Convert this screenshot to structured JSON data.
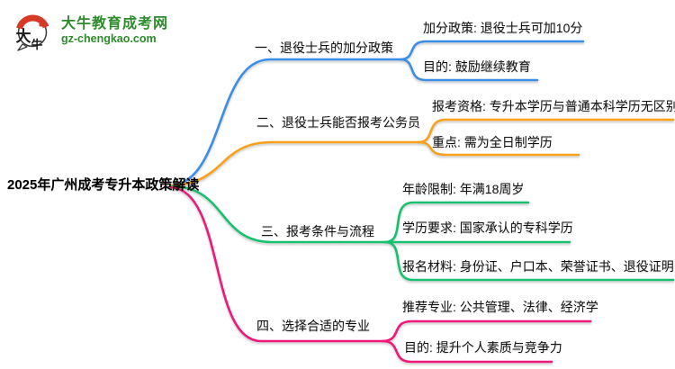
{
  "logo": {
    "badge_char1": "大",
    "badge_char2": "牛",
    "title": "大牛教育成考网",
    "domain": "gz-chengkao.com",
    "brand_green": "#2e8b2c",
    "badge_red": "#d43a26"
  },
  "root": {
    "label": "2025年广州成考专升本政策解读"
  },
  "branches": [
    {
      "label": "一、退役士兵的加分政策",
      "color": "#3a8ee6",
      "children": [
        {
          "text": "加分政策: 退役士兵可加10分"
        },
        {
          "text": "目的: 鼓励继续教育"
        }
      ]
    },
    {
      "label": "二、退役士兵能否报考公务员",
      "color": "#f9a11b",
      "children": [
        {
          "text": "报考资格: 专升本学历与普通本科学历无区别"
        },
        {
          "text": "重点: 需为全日制学历"
        }
      ]
    },
    {
      "label": "三、报考条件与流程",
      "color": "#17c16e",
      "children": [
        {
          "text": "年龄限制: 年满18周岁"
        },
        {
          "text": "学历要求: 国家承认的专科学历"
        },
        {
          "text": "报名材料: 身份证、户口本、荣誉证书、退役证明"
        }
      ]
    },
    {
      "label": "四、选择合适的专业",
      "color": "#f0187a",
      "children": [
        {
          "text": "推荐专业: 公共管理、法律、经济学"
        },
        {
          "text": "目的: 提升个人素质与竞争力"
        }
      ]
    }
  ]
}
